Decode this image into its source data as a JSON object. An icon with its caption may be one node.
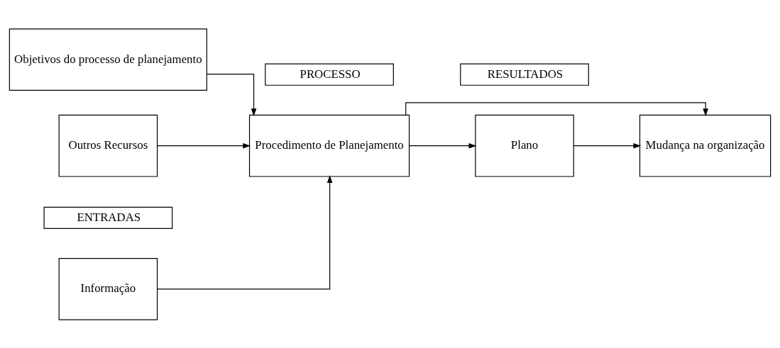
{
  "diagram": {
    "nodes": [
      {
        "text": [
          "Informação"
        ]
      },
      {
        "text": [
          "Objetivos do processo de planejamento"
        ]
      },
      {
        "text": [
          "Outros Recursos"
        ]
      },
      {
        "text": [
          "Procedimento de Planejamento"
        ]
      },
      {
        "text": [
          "Plano"
        ]
      },
      {
        "text": [
          "Mudança na organização"
        ]
      }
    ],
    "edges": [
      {
        "from": 0,
        "to": 3,
        "arrow": "to"
      },
      {
        "from": 1,
        "to": 3,
        "arrow": "to"
      },
      {
        "from": 2,
        "to": 3,
        "arrow": "to"
      },
      {
        "from": 3,
        "to": 4,
        "arrow": "to"
      },
      {
        "from": 4,
        "to": 5,
        "arrow": "to"
      },
      {
        "from": 3,
        "to": 5,
        "arrow": "to"
      }
    ],
    "labels": [
      "ENTRADAS",
      "PROCESSO",
      "RESULTADOS"
    ]
  }
}
